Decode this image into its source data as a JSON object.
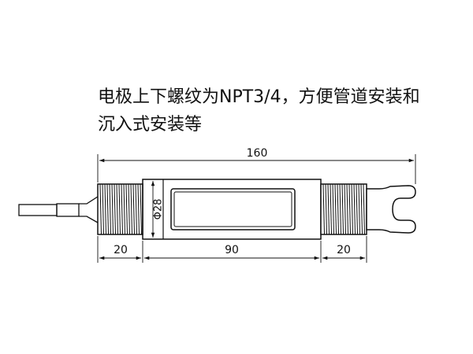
{
  "description": {
    "line1": "电极上下螺纹为NPT3/4，方便管道安装和",
    "line2": "沉入式安装等"
  },
  "dimensions": {
    "overall_length": "160",
    "left_thread_length": "20",
    "body_length": "90",
    "right_thread_length": "20",
    "diameter": "Φ28"
  }
}
